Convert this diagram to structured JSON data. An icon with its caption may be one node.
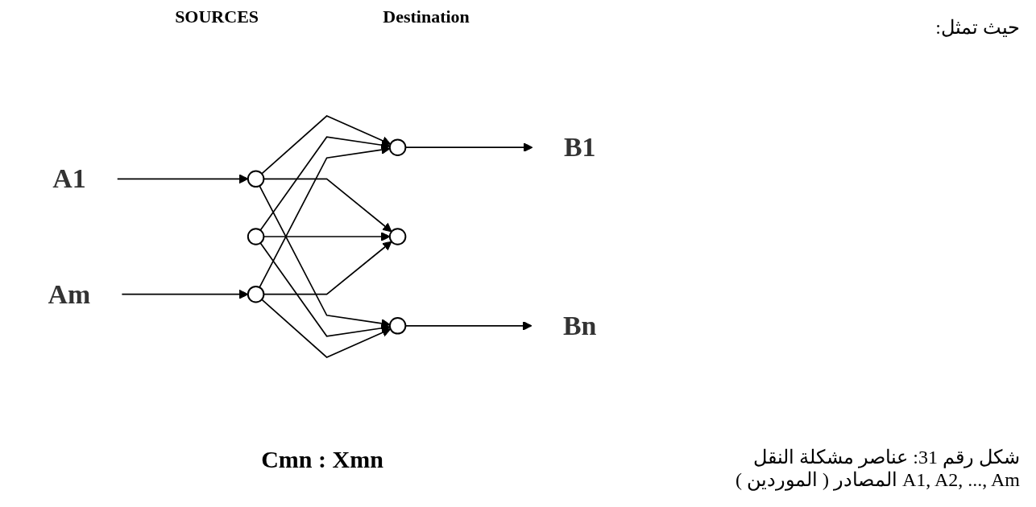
{
  "diagram": {
    "caption": "شكل رقم 31: عناصر مشكلة النقل",
    "nodes": [
      {
        "text": [
          "A1"
        ]
      },
      {
        "text": [
          "Am"
        ]
      },
      {
        "text": [],
        "shape": "circle"
      },
      {
        "text": [],
        "shape": "circle"
      },
      {
        "text": [],
        "shape": "circle"
      },
      {
        "text": [],
        "shape": "circle"
      },
      {
        "text": [],
        "shape": "circle"
      },
      {
        "text": [],
        "shape": "circle"
      },
      {
        "text": [
          "B1"
        ]
      },
      {
        "text": [
          "Bn"
        ]
      }
    ],
    "edges": [
      {
        "from": 0,
        "to": 2,
        "arrow": "to"
      },
      {
        "from": 1,
        "to": 4,
        "arrow": "to"
      },
      {
        "from": 2,
        "to": 5,
        "arrow": "to"
      },
      {
        "from": 2,
        "to": 6,
        "arrow": "to"
      },
      {
        "from": 2,
        "to": 7,
        "arrow": "to"
      },
      {
        "from": 3,
        "to": 5,
        "arrow": "to"
      },
      {
        "from": 3,
        "to": 6,
        "arrow": "to"
      },
      {
        "from": 3,
        "to": 7,
        "arrow": "to"
      },
      {
        "from": 4,
        "to": 5,
        "arrow": "to"
      },
      {
        "from": 4,
        "to": 6,
        "arrow": "to"
      },
      {
        "from": 4,
        "to": 7,
        "arrow": "to"
      },
      {
        "from": 5,
        "to": 8,
        "arrow": "to"
      },
      {
        "from": 7,
        "to": 9,
        "arrow": "to"
      }
    ],
    "labels": [
      "SOURCES",
      "Destination",
      "حيث تمثل:",
      "Cmn : Xmn",
      "A1, A2, ..., Am المصادر ( الموردين )"
    ]
  }
}
